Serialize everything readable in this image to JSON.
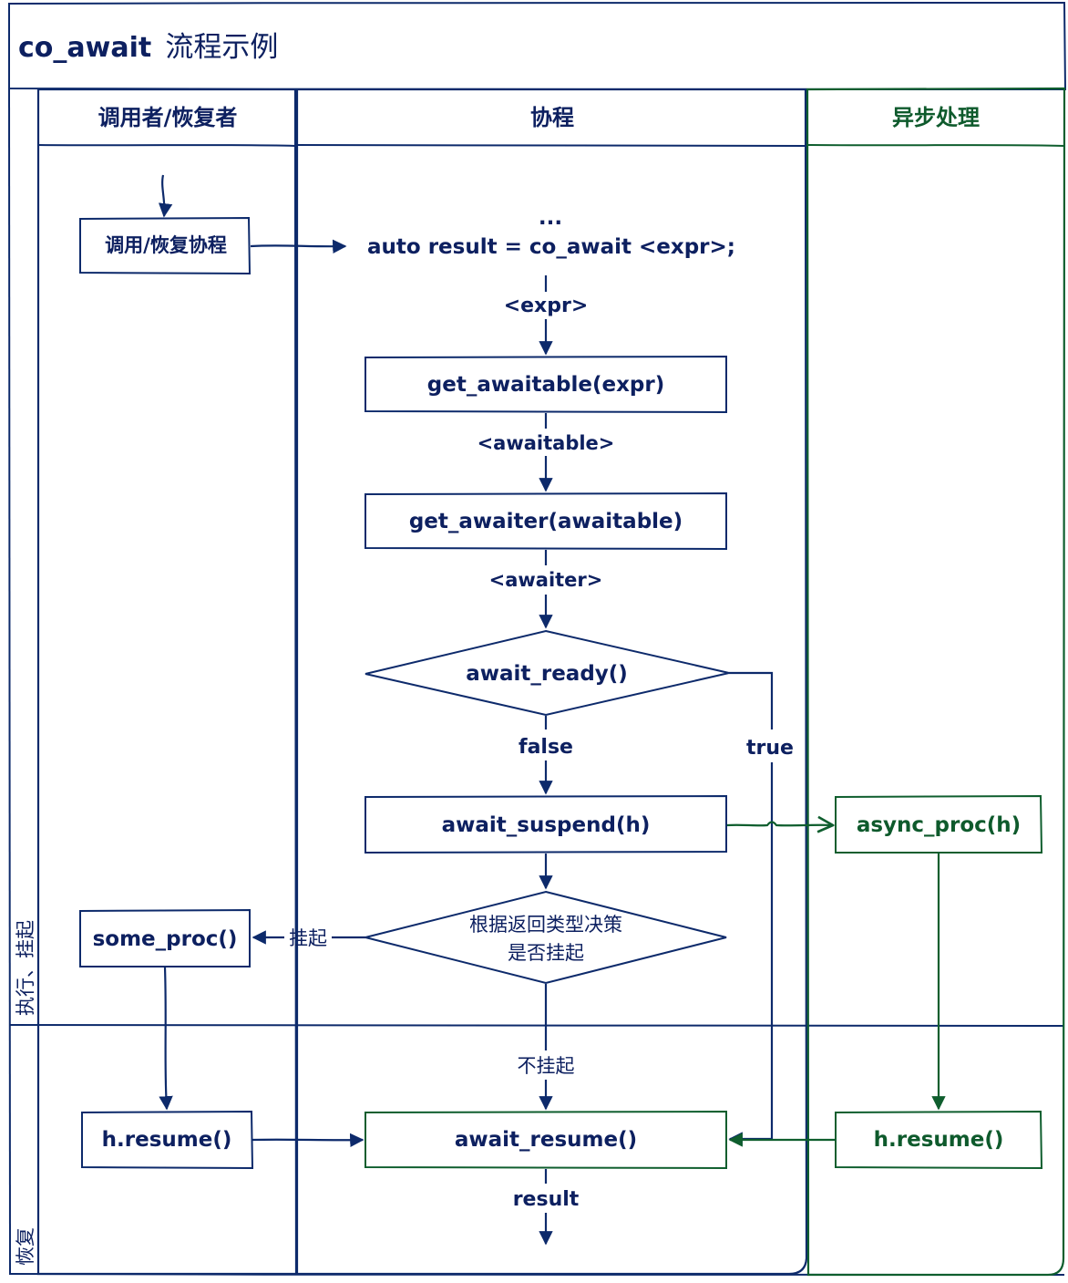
{
  "title": {
    "code": "co_await",
    "text": "流程示例"
  },
  "lanes": {
    "caller": "调用者/恢复者",
    "coroutine": "协程",
    "async": "异步处理"
  },
  "phases": {
    "run": "执行、挂起",
    "resume": "恢复"
  },
  "nodes": {
    "call_resume": "调用/恢复协程",
    "ellipsis": "...",
    "statement": "auto result = co_await <expr>;",
    "get_awaitable": "get_awaitable(expr)",
    "get_awaiter": "get_awaiter(awaitable)",
    "await_ready": "await_ready()",
    "await_suspend": "await_suspend(h)",
    "decide_line1": "根据返回类型决策",
    "decide_line2": "是否挂起",
    "some_proc": "some_proc()",
    "h_resume_left": "h.resume()",
    "await_resume": "await_resume()",
    "async_proc": "async_proc(h)",
    "h_resume_right": "h.resume()"
  },
  "labels": {
    "expr": "<expr>",
    "awaitable": "<awaitable>",
    "awaiter": "<awaiter>",
    "false": "false",
    "true": "true",
    "suspend": "挂起",
    "no_suspend": "不挂起",
    "result": "result"
  },
  "colors": {
    "blue": "#0d2a6b",
    "green": "#0f5e2e"
  }
}
